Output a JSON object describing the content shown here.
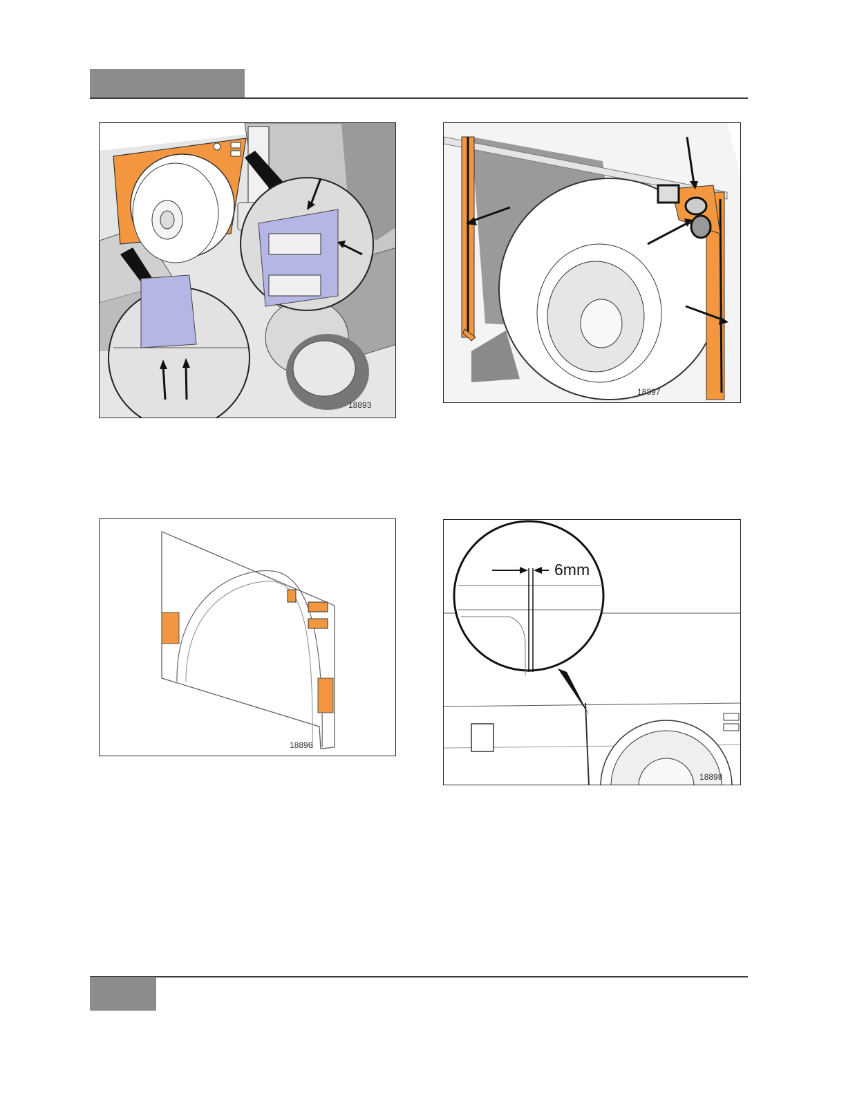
{
  "figures": [
    {
      "id": "fig-a",
      "number": "18893"
    },
    {
      "id": "fig-b",
      "number": "18897"
    },
    {
      "id": "fig-c",
      "number": "18896"
    },
    {
      "id": "fig-d",
      "number": "18898",
      "callout": "6mm"
    }
  ],
  "colors": {
    "orange": "#f2973f",
    "lavender": "#b6b6e6",
    "gray": "#b4b4b4",
    "darkgray": "#8a8a8a",
    "rule": "#3a3a3a",
    "tab": "#8c8c8c"
  }
}
